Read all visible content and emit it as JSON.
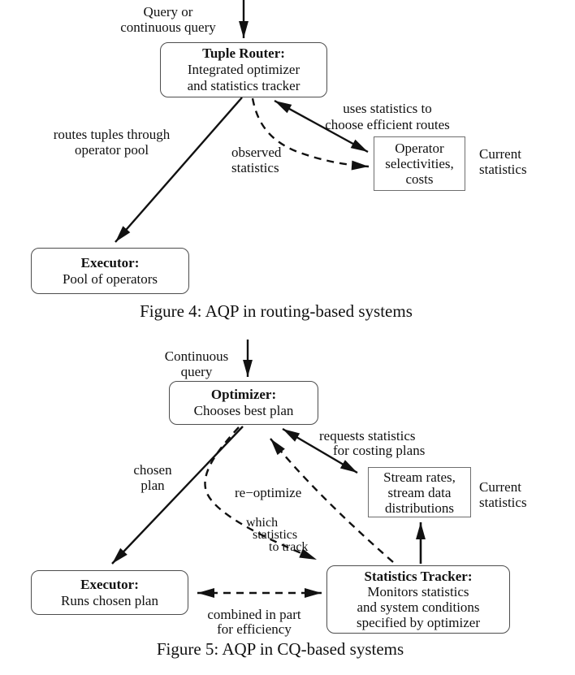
{
  "colors": {
    "ink": "#111111",
    "background": "#ffffff"
  },
  "figure4": {
    "caption": "Figure 4: AQP in routing-based systems",
    "boxes": {
      "tuple_router": {
        "title": "Tuple Router:",
        "body": "Integrated optimizer\nand statistics tracker"
      },
      "operator_stats": {
        "body": "Operator\nselectivities,\ncosts"
      },
      "executor": {
        "title": "Executor:",
        "body": "Pool of operators"
      }
    },
    "labels": {
      "input_query": "Query or\ncontinuous query",
      "routes_tuples": "routes tuples through\noperator pool",
      "observed_statistics": "observed\nstatistics",
      "uses_statistics": "uses statistics to\nchoose efficient routes",
      "current_statistics": "Current\nstatistics"
    }
  },
  "figure5": {
    "caption": "Figure 5: AQP in CQ-based systems",
    "boxes": {
      "optimizer": {
        "title": "Optimizer:",
        "body": "Chooses best plan"
      },
      "stream_stats": {
        "body": "Stream rates,\nstream data\ndistributions"
      },
      "executor": {
        "title": "Executor:",
        "body": "Runs chosen plan"
      },
      "statistics_tracker": {
        "title": "Statistics Tracker:",
        "body": "Monitors statistics\nand system conditions\nspecified by optimizer"
      }
    },
    "labels": {
      "input_query": "Continuous\nquery",
      "chosen_plan": "chosen\nplan",
      "requests_statistics": "requests statistics\n    for costing plans",
      "re_optimize": "re−optimize",
      "which_statistics": "which\n  statistics\n       to track",
      "current_statistics": "Current\nstatistics",
      "combined": "combined in part\nfor efficiency"
    }
  }
}
